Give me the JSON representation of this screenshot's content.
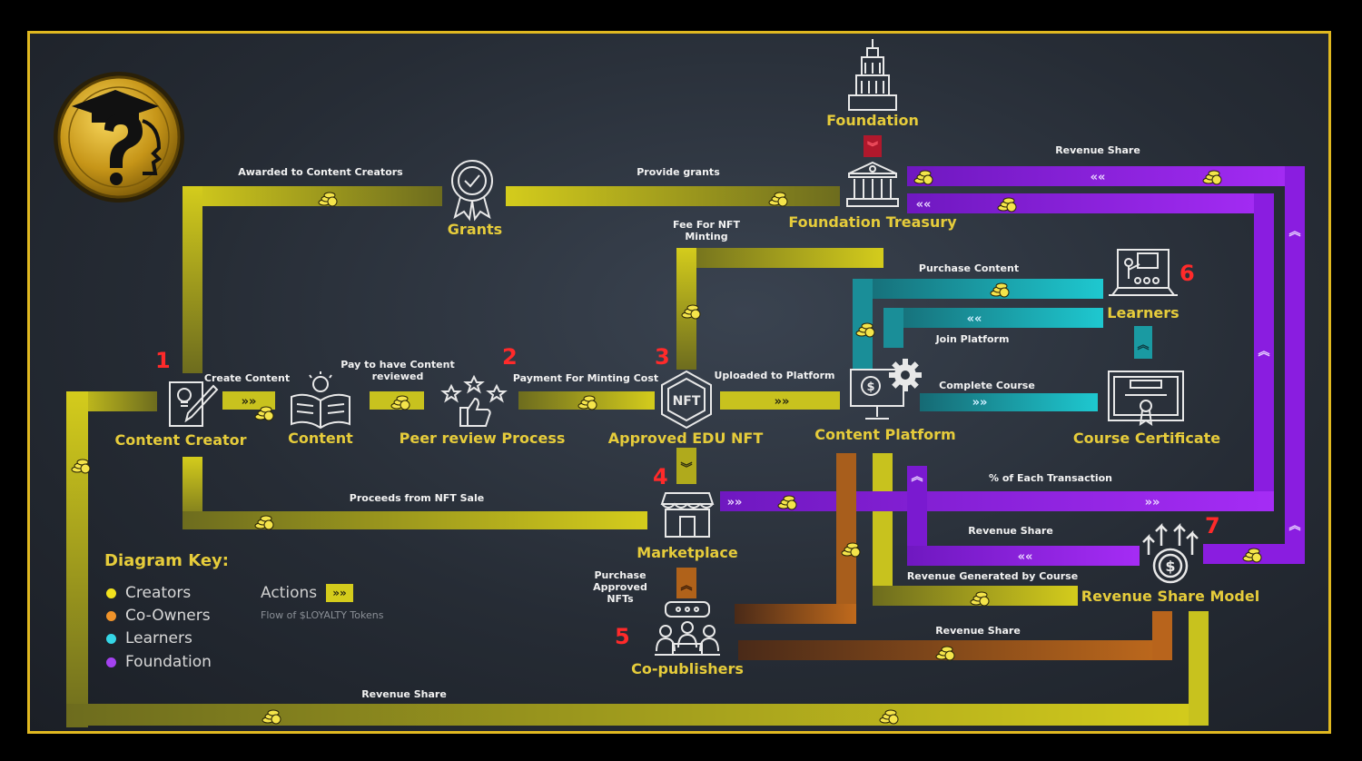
{
  "nodes": {
    "foundation": "Foundation",
    "foundation_treasury": "Foundation Treasury",
    "grants": "Grants",
    "content_creator": "Content Creator",
    "content": "Content",
    "peer_review": "Peer review Process",
    "approved_nft": "Approved EDU NFT",
    "content_platform": "Content Platform",
    "learners": "Learners",
    "course_certificate": "Course Certificate",
    "marketplace": "Marketplace",
    "co_publishers": "Co-publishers",
    "revenue_share_model": "Revenue Share Model"
  },
  "numbers": {
    "n1": "1",
    "n2": "2",
    "n3": "3",
    "n4": "4",
    "n5": "5",
    "n6": "6",
    "n7": "7"
  },
  "flows": {
    "awarded": "Awarded to Content Creators",
    "provide_grants": "Provide grants",
    "revenue_share_top": "Revenue Share",
    "fee_nft_minting": "Fee For NFT Minting",
    "purchase_content": "Purchase Content",
    "join_platform": "Join Platform",
    "create_content": "Create Content",
    "pay_review": "Pay to have Content reviewed",
    "payment_minting": "Payment For Minting Cost",
    "uploaded": "Uploaded to Platform",
    "complete_course": "Complete Course",
    "pct_transaction": "% of Each Transaction",
    "proceeds_nft": "Proceeds from NFT Sale",
    "revenue_share_mid": "Revenue Share",
    "purchase_approved": "Purchase Approved NFTs",
    "revenue_generated": "Revenue Generated by Course",
    "revenue_share_low": "Revenue Share",
    "revenue_share_bottom": "Revenue Share"
  },
  "key": {
    "title": "Diagram Key:",
    "items": [
      {
        "label": "Creators",
        "color": "#f2e21e"
      },
      {
        "label": "Co-Owners",
        "color": "#f0932a"
      },
      {
        "label": "Learners",
        "color": "#35d6e6"
      },
      {
        "label": "Foundation",
        "color": "#a442f0"
      }
    ],
    "actions": "Actions",
    "flow": "Flow of $LOYALTY Tokens"
  },
  "colors": {
    "creators": "#c8c21e",
    "coowners": "#c0701e",
    "learners": "#1fb0b8",
    "foundation": "#8a1de0",
    "title_gold": "#e6cc3b",
    "number_red": "#ff2a2a"
  }
}
